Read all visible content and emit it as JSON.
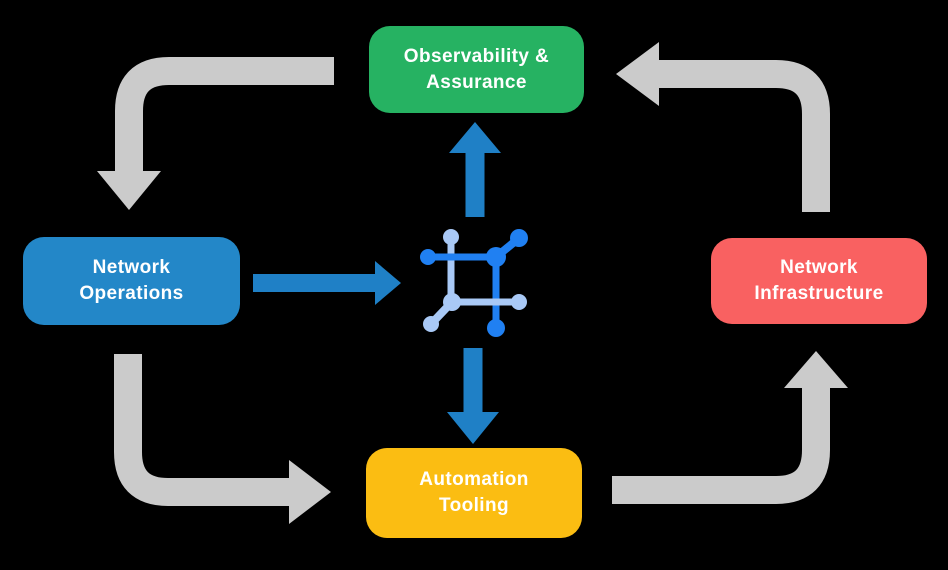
{
  "background": "#000000",
  "nodes": {
    "observability": {
      "label": "Observability &\nAssurance",
      "color": "#26B262"
    },
    "operations": {
      "label": "Network\nOperations",
      "color": "#2387C8"
    },
    "infrastructure": {
      "label": "Network\nInfrastructure",
      "color": "#F96161"
    },
    "automation": {
      "label": "Automation\nTooling",
      "color": "#FBBD12"
    }
  },
  "arrows": {
    "gray_color": "#CBCBCB",
    "blue_color": "#1F80C6"
  },
  "icon": {
    "name": "network-platform-icon",
    "dark_blue": "#2080F2",
    "light_blue": "#A9C9F6"
  }
}
